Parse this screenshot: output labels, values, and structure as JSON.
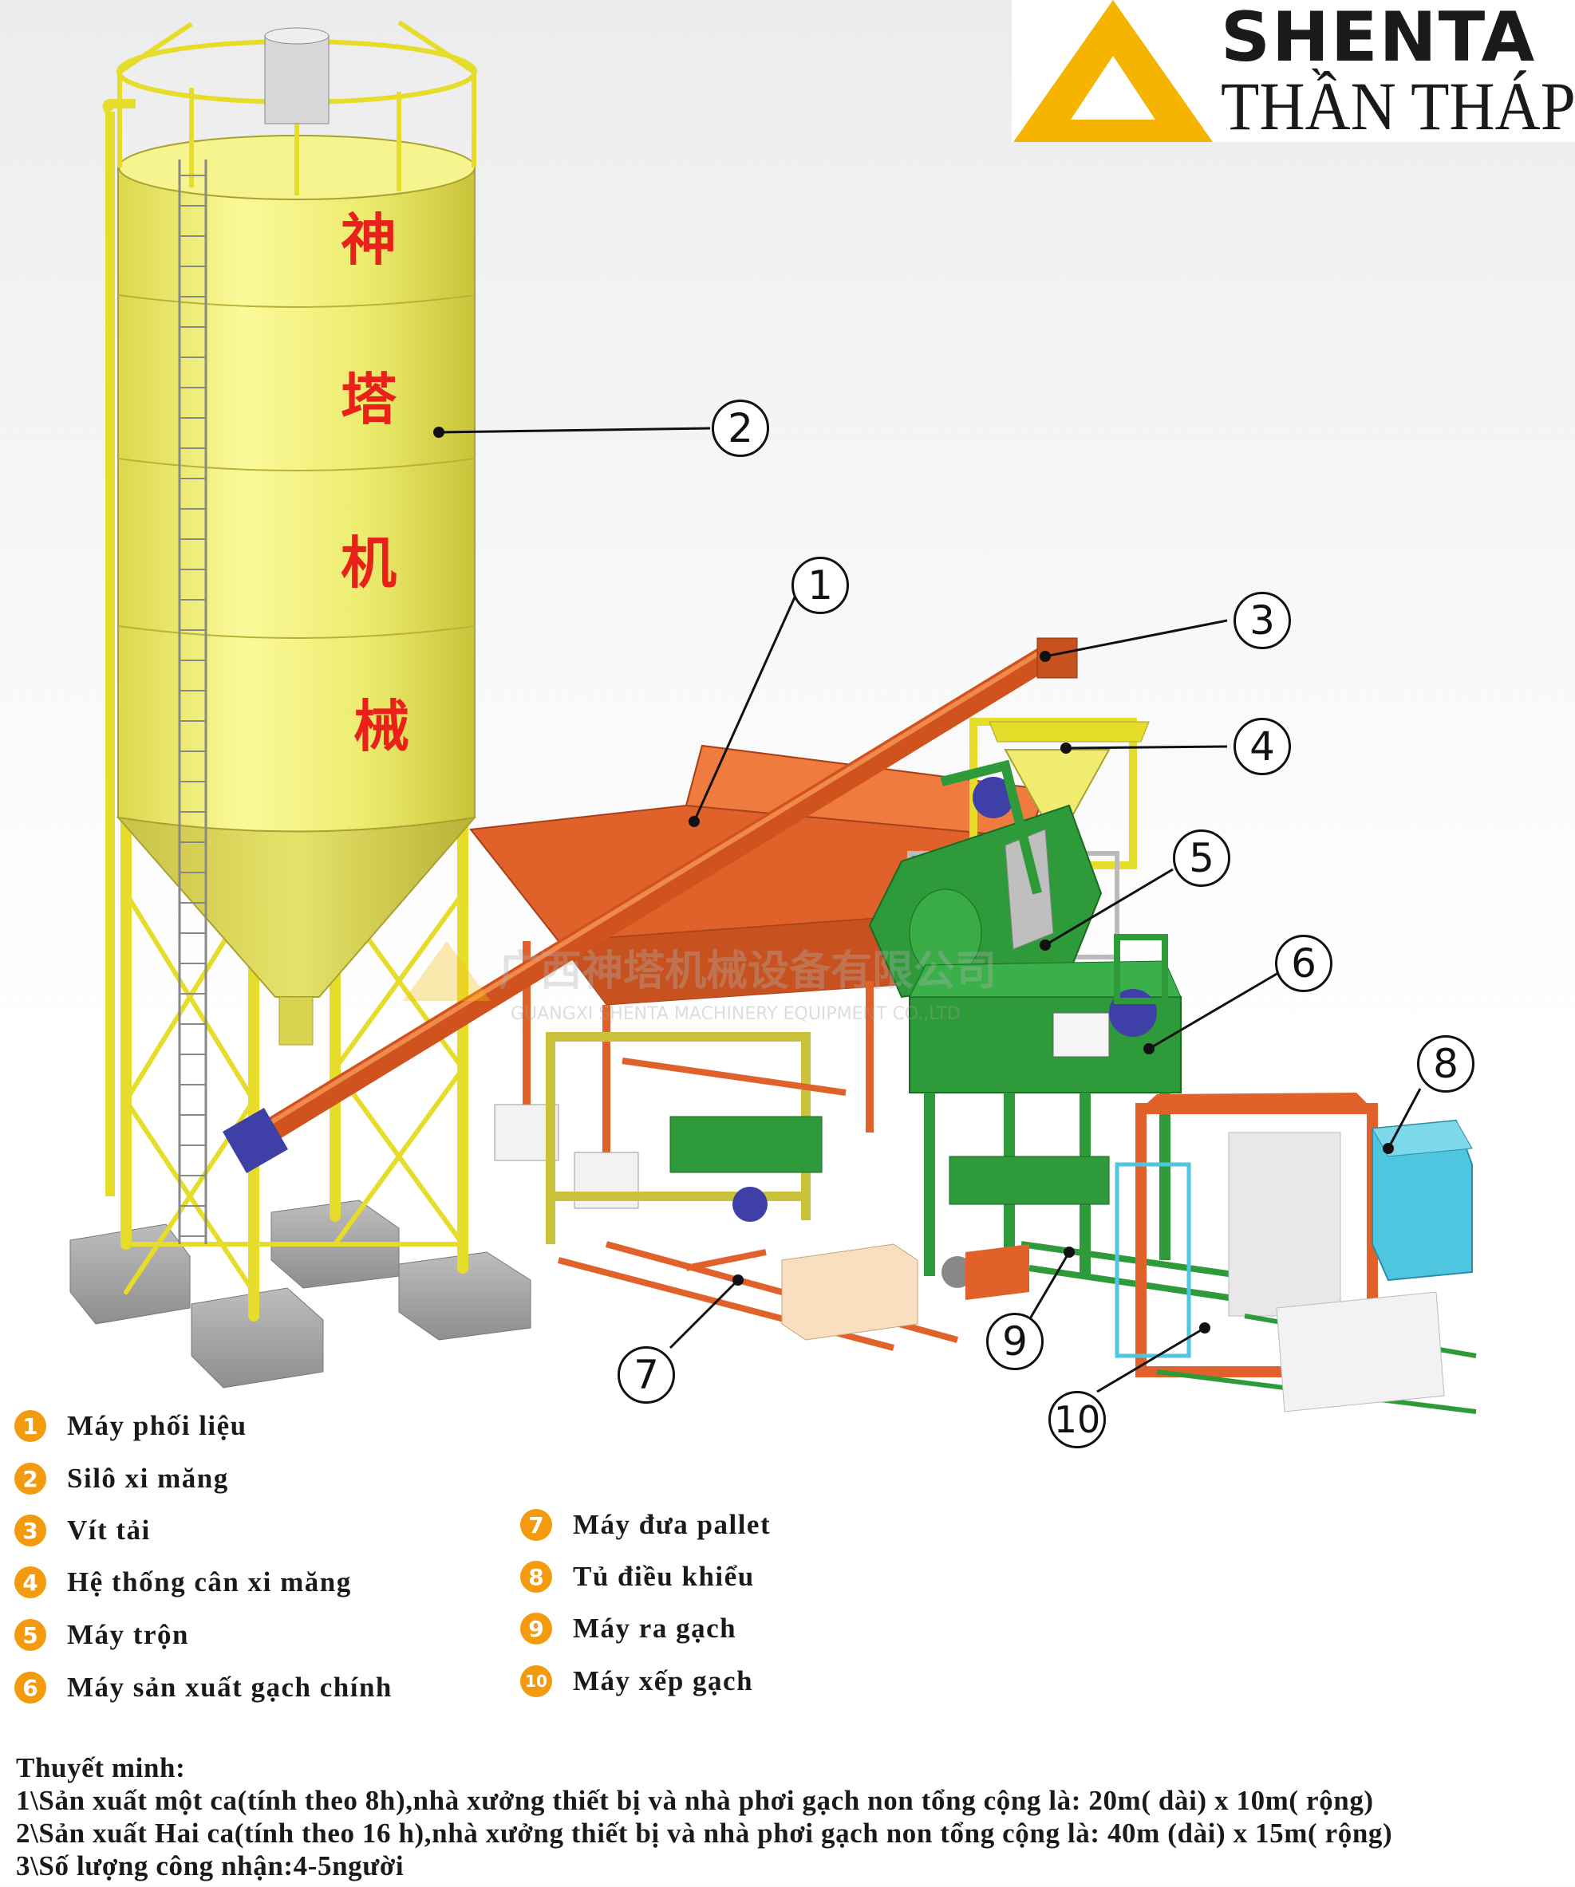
{
  "logo": {
    "brand": "SHENTA",
    "sub": "THẦN THÁP"
  },
  "silo_text": [
    "神",
    "塔",
    "机",
    "械"
  ],
  "watermark": {
    "cn": "广西神塔机械设备有限公司",
    "en": "GUANGXI SHENTA MACHINERY EQUIPMENT CO.,LTD"
  },
  "callouts": [
    "1",
    "2",
    "3",
    "4",
    "5",
    "6",
    "7",
    "8",
    "9",
    "10"
  ],
  "legend": [
    {
      "num": "1",
      "label": "Máy phối liệu"
    },
    {
      "num": "2",
      "label": "Silô xi măng"
    },
    {
      "num": "3",
      "label": "Vít tải"
    },
    {
      "num": "4",
      "label": "Hệ thống cân xi măng"
    },
    {
      "num": "5",
      "label": "Máy trộn"
    },
    {
      "num": "6",
      "label": "Máy sản xuất gạch chính"
    },
    {
      "num": "7",
      "label": "Máy đưa pallet"
    },
    {
      "num": "8",
      "label": "Tủ điều khiểu"
    },
    {
      "num": "9",
      "label": "Máy ra gạch"
    },
    {
      "num": "10",
      "label": "Máy xếp gạch"
    }
  ],
  "notes": {
    "title": "Thuyết minh:",
    "lines": [
      "1\\Sản xuất một ca(tính theo 8h),nhà xưởng thiết bị và nhà phơi gạch non tổng cộng là: 20m( dài) x 10m( rộng)",
      "2\\Sản xuất Hai ca(tính theo 16 h),nhà xưởng thiết bị và nhà phơi gạch non tổng cộng là: 40m (dài) x 15m( rộng)",
      "3\\Số lượng công nhận:4-5người"
    ]
  },
  "colors": {
    "accent": "#f39a0e",
    "silo": "#f3f17a",
    "hopper": "#e0612a",
    "machine": "#2e9a3a",
    "cabinet": "#4fc6e0"
  }
}
